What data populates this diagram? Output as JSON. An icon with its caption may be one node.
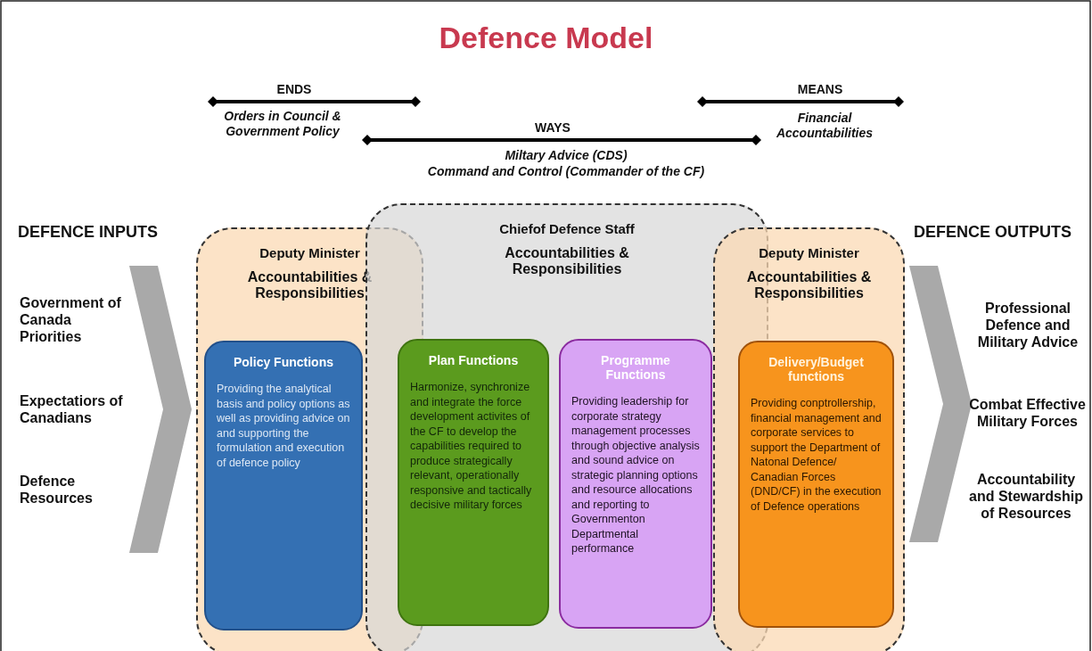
{
  "diagram": {
    "title": "Defence Model",
    "nodes": [
      {
        "text": [
          "Deputy Minister",
          "Accountabilities & Responsibilities"
        ]
      },
      {
        "text": [
          "Policy Functions",
          "Providing the analytical basis and policy options as well as providing advice on and supporting the formulation and execution of defence policy"
        ],
        "in": 0
      },
      {
        "text": [
          "Chiefof Defence Staff",
          "Accountabilities & Responsibilities"
        ]
      },
      {
        "text": [
          "Plan Functions",
          "Harmonize, synchronize and integrate the force development activites of the CF to develop the capabilities required to produce strategically relevant, operationally responsive and tactically decisive military forces"
        ],
        "in": 2
      },
      {
        "text": [
          "Programme Functions",
          "Providing leadership for corporate strategy management processes through objective analysis and sound advice on strategic planning options and resource allocations and reporting to Governmenton Departmental performance"
        ],
        "in": 2
      },
      {
        "text": [
          "Deputy Minister",
          "Accountabilities & Responsibilities"
        ]
      },
      {
        "text": [
          "Delivery/Budget functions",
          "Providing conptrollership, financial management and corporate services to support the Department of Natonal Defence/ Canadian Forces (DND/CF) in the execution of Defence operations"
        ],
        "in": 5
      }
    ],
    "labels": [
      "ENDS",
      "MEANS",
      "Orders in Council & Government Policy",
      "WAYS",
      "Financial Accountabilities",
      "Miltary Advice (CDS)",
      "Command and Control (Commander of the CF)",
      "DEFENCE INPUTS",
      "DEFENCE OUTPUTS",
      "Government of Canada Priorities",
      "Professional Defence and Military Advice",
      "Expectatiors of Canadians",
      "Combat Effective Military Forces",
      "Defence Resources",
      "Accountability and Stewardship of Resources"
    ]
  }
}
